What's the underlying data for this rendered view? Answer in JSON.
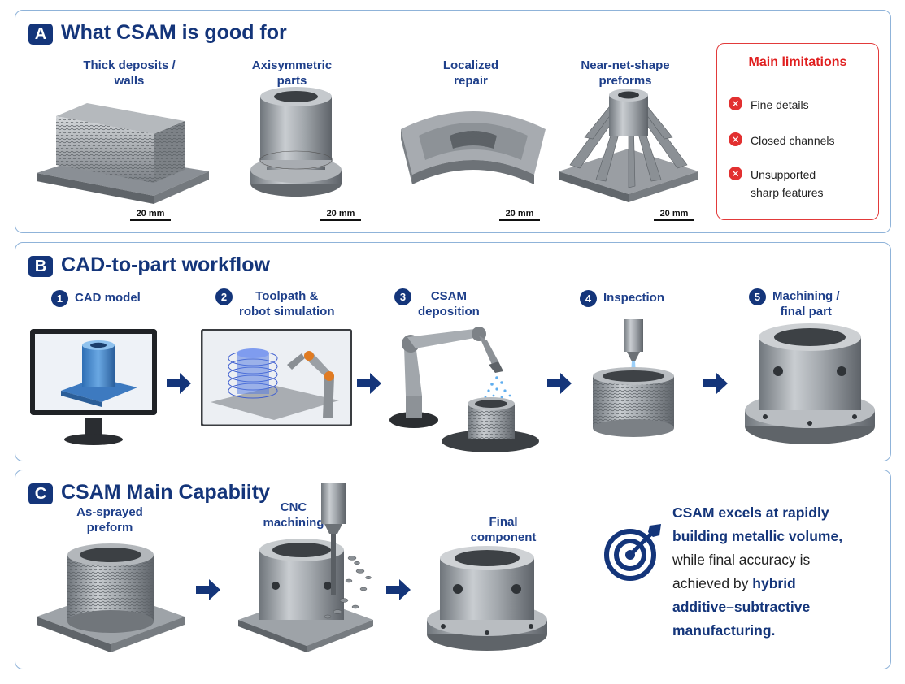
{
  "panelA": {
    "badge": "A",
    "title": "What CSAM is good for",
    "items": [
      {
        "label_lines": [
          "Thick deposits /",
          "walls"
        ],
        "scale": "20 mm"
      },
      {
        "label_lines": [
          "Axisymmetric",
          "parts"
        ],
        "scale": "20 mm"
      },
      {
        "label_lines": [
          "Localized",
          "repair"
        ],
        "scale": "20 mm"
      },
      {
        "label_lines": [
          "Near-net-shape",
          "preforms"
        ],
        "scale": "20 mm"
      }
    ],
    "limitations": {
      "title": "Main limitations",
      "items": [
        {
          "lines": [
            "Fine details"
          ]
        },
        {
          "lines": [
            "Closed channels"
          ]
        },
        {
          "lines": [
            "Unsupported",
            "sharp features"
          ]
        }
      ]
    }
  },
  "panelB": {
    "badge": "B",
    "title": "CAD-to-part workflow",
    "steps": [
      {
        "num": "1",
        "lines": [
          "CAD model"
        ]
      },
      {
        "num": "2",
        "lines": [
          "Toolpath &",
          "robot simulation"
        ]
      },
      {
        "num": "3",
        "lines": [
          "CSAM",
          "deposition"
        ]
      },
      {
        "num": "4",
        "lines": [
          "Inspection"
        ]
      },
      {
        "num": "5",
        "lines": [
          "Machining /",
          "final part"
        ]
      }
    ]
  },
  "panelC": {
    "badge": "C",
    "title": "CSAM Main Capabiity",
    "items": [
      {
        "label_lines": [
          "As-sprayed",
          "preform"
        ]
      },
      {
        "label_lines": [
          "CNC",
          "machining"
        ]
      },
      {
        "label_lines": [
          "Final",
          "component"
        ]
      }
    ],
    "summary": {
      "line1": "CSAM excels at rapidly",
      "line2": "building metallic volume,",
      "line3": "while final accuracy is",
      "line4a": "achieved by ",
      "line4b": "hybrid",
      "line5": "additive–subtractive",
      "line6": "manufacturing."
    }
  },
  "colors": {
    "navy": "#14357a",
    "accent_blue": "#1e3f8a",
    "limitation_red": "#e23030",
    "panel_border": "#8fb3d9",
    "metal": "#9ea3a8"
  }
}
